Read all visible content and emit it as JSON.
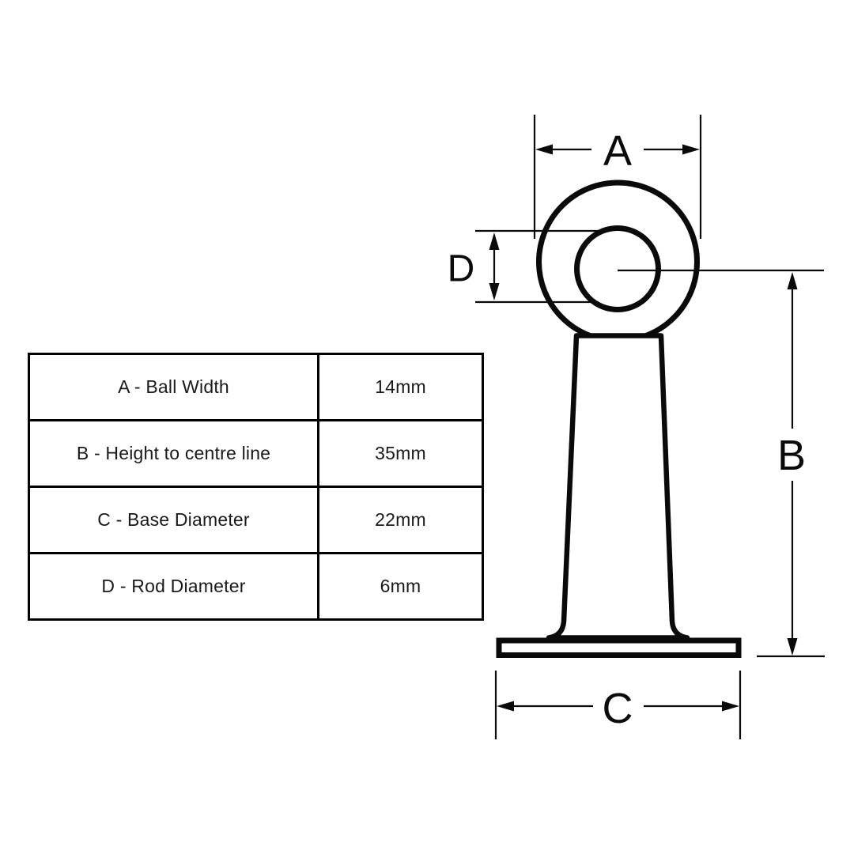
{
  "colors": {
    "background": "#ffffff",
    "line": "#0a0a0a",
    "table_border": "#000000",
    "text": "#1a1a1a"
  },
  "table": {
    "rows": [
      {
        "label": "A - Ball Width",
        "value": "14mm"
      },
      {
        "label": "B - Height to centre line",
        "value": "35mm"
      },
      {
        "label": "C - Base Diameter",
        "value": "22mm"
      },
      {
        "label": "D - Rod Diameter",
        "value": "6mm"
      }
    ]
  },
  "diagram": {
    "labels": {
      "a": "A",
      "b": "B",
      "c": "C",
      "d": "D"
    }
  }
}
